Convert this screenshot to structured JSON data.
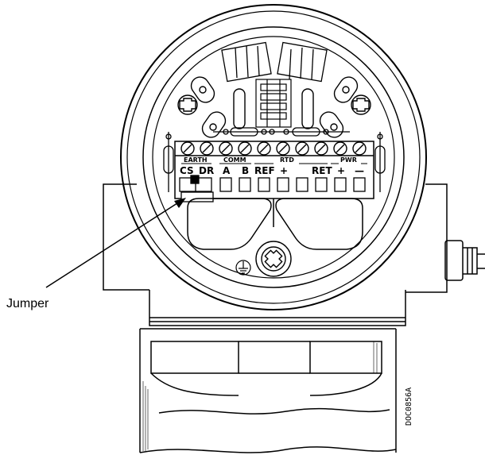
{
  "callout": {
    "jumper_label": "Jumper"
  },
  "group_labels": {
    "earth": "EARTH",
    "comm": "COMM",
    "rtd": "RTD",
    "pwr": "PWR"
  },
  "terminals": [
    "CS",
    "DR",
    "A",
    "B",
    "REF",
    "+",
    "RET",
    "+",
    "—"
  ],
  "drawing_id": "DOC0856A"
}
